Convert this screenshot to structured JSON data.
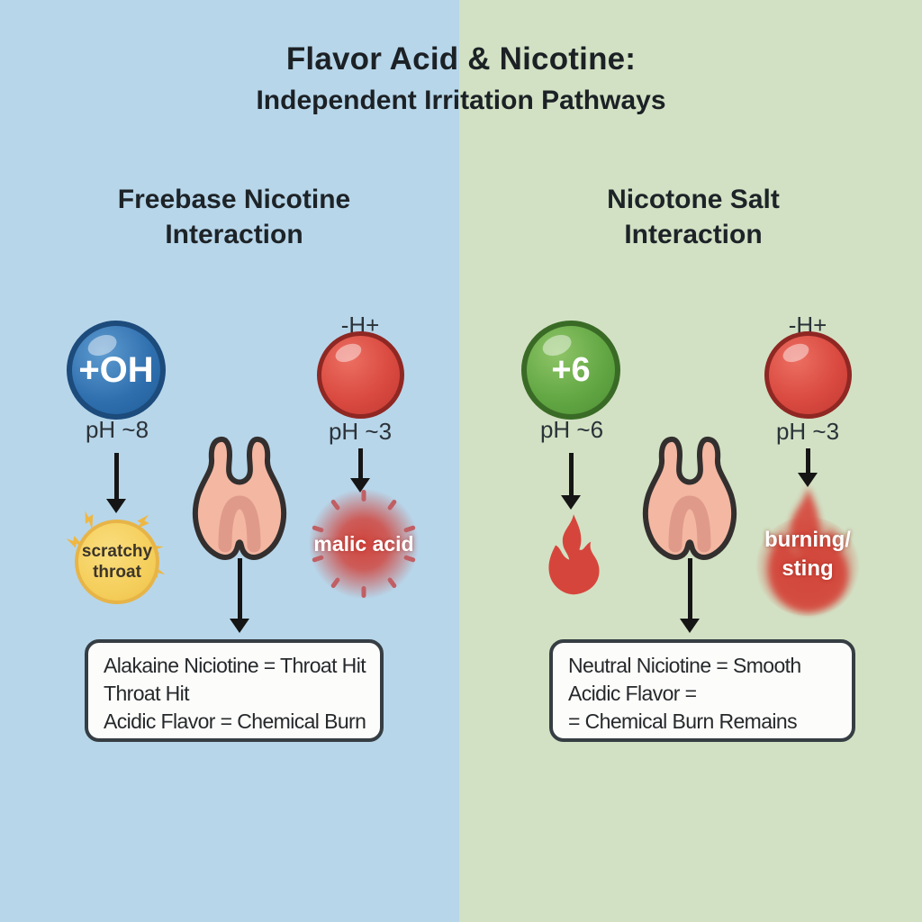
{
  "title": {
    "line1": "Flavor Acid & Nicotine:",
    "line2": "Independent Irritation Pathways"
  },
  "panels": {
    "left": {
      "heading1": "Freebase Nicotine",
      "heading2": "Interaction",
      "base_label": "+OH",
      "base_ph": "pH ~8",
      "acid_charge": "-H+",
      "acid_ph": "pH ~3",
      "effect_base_line1": "scratchy",
      "effect_base_line2": "throat",
      "effect_acid_label": "malic acid",
      "result_line1": "Alakaine Niciotine = Throat Hit",
      "result_line2": "Throat Hit",
      "result_line3": "Acidic Flavor = Chemical Burn"
    },
    "right": {
      "heading1": "Nicotone Salt",
      "heading2": "Interaction",
      "base_label": "+6",
      "base_ph": "pH ~6",
      "acid_charge": "-H+",
      "acid_ph": "pH ~3",
      "effect_acid_line1": "burning/",
      "effect_acid_line2": "sting",
      "result_line1": "Neutral Niciotine = Smooth",
      "result_line2": "Acidic Flavor =",
      "result_line3": "= Chemical Burn Remains"
    }
  },
  "icons": {
    "throat": "throat-tonsils-icon",
    "flame": "flame-icon",
    "lightning": "lightning-bolt-icon",
    "arrow": "down-arrow-icon",
    "molecule_base_left": "hydroxide-molecule-icon",
    "molecule_base_right": "nicotine-salt-molecule-icon",
    "molecule_acid": "acid-molecule-icon"
  },
  "colors": {
    "left_bg": "#b7d6ea",
    "right_bg": "#d2e1c4",
    "base_blue": "#2f6fae",
    "base_green": "#63a844",
    "acid_red": "#da4a40",
    "scratchy_yellow": "#f5cf5c",
    "flame_red": "#d6453c",
    "text_dark": "#1d2327"
  }
}
